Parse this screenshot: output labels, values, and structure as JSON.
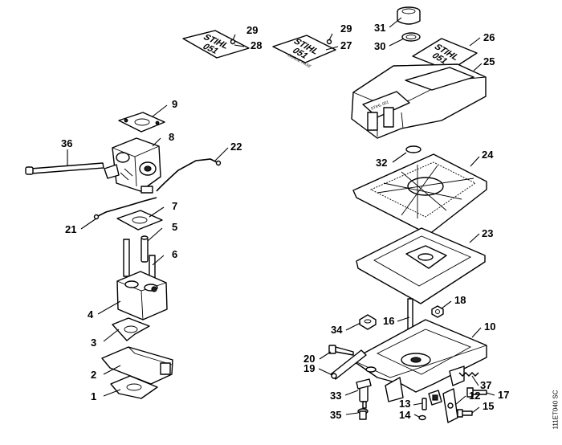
{
  "document_code": "111ET040 SC",
  "decals": {
    "brand": "STIHL",
    "model": "051",
    "sub_text": "DARDE FASE",
    "cover_badge": "STIHL 051"
  },
  "callouts": [
    {
      "number": "1"
    },
    {
      "number": "2"
    },
    {
      "number": "3"
    },
    {
      "number": "4"
    },
    {
      "number": "5"
    },
    {
      "number": "6"
    },
    {
      "number": "7"
    },
    {
      "number": "8"
    },
    {
      "number": "9"
    },
    {
      "number": "10"
    },
    {
      "number": "12"
    },
    {
      "number": "13"
    },
    {
      "number": "14"
    },
    {
      "number": "15"
    },
    {
      "number": "16"
    },
    {
      "number": "17"
    },
    {
      "number": "18"
    },
    {
      "number": "19"
    },
    {
      "number": "20"
    },
    {
      "number": "21"
    },
    {
      "number": "22"
    },
    {
      "number": "23"
    },
    {
      "number": "24"
    },
    {
      "number": "25"
    },
    {
      "number": "26"
    },
    {
      "number": "27"
    },
    {
      "number": "28"
    },
    {
      "number": "29"
    },
    {
      "number": "29"
    },
    {
      "number": "30"
    },
    {
      "number": "31"
    },
    {
      "number": "32"
    },
    {
      "number": "33"
    },
    {
      "number": "34"
    },
    {
      "number": "35"
    },
    {
      "number": "36"
    },
    {
      "number": "37"
    }
  ]
}
